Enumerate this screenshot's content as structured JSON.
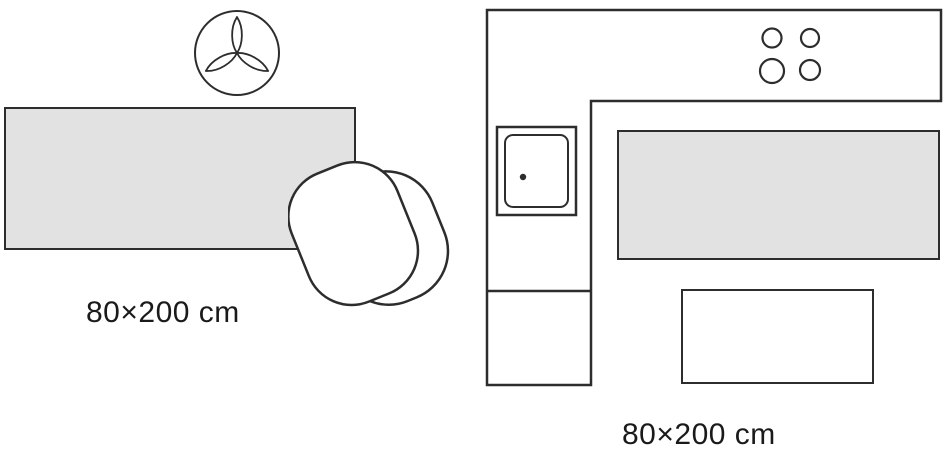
{
  "illustration": {
    "left_scene": {
      "rug_label": "80×200 cm",
      "icons": [
        "plant-icon",
        "rug",
        "chair-icon"
      ]
    },
    "right_scene": {
      "rug_label": "80×200 cm",
      "icons": [
        "kitchen-counter",
        "hob-burners-icon",
        "sink-icon",
        "rug",
        "table"
      ]
    },
    "colors": {
      "outline": "#2d2d2d",
      "rug_fill": "#e2e2e2",
      "background": "#ffffff",
      "text": "#1a1a1a"
    }
  }
}
